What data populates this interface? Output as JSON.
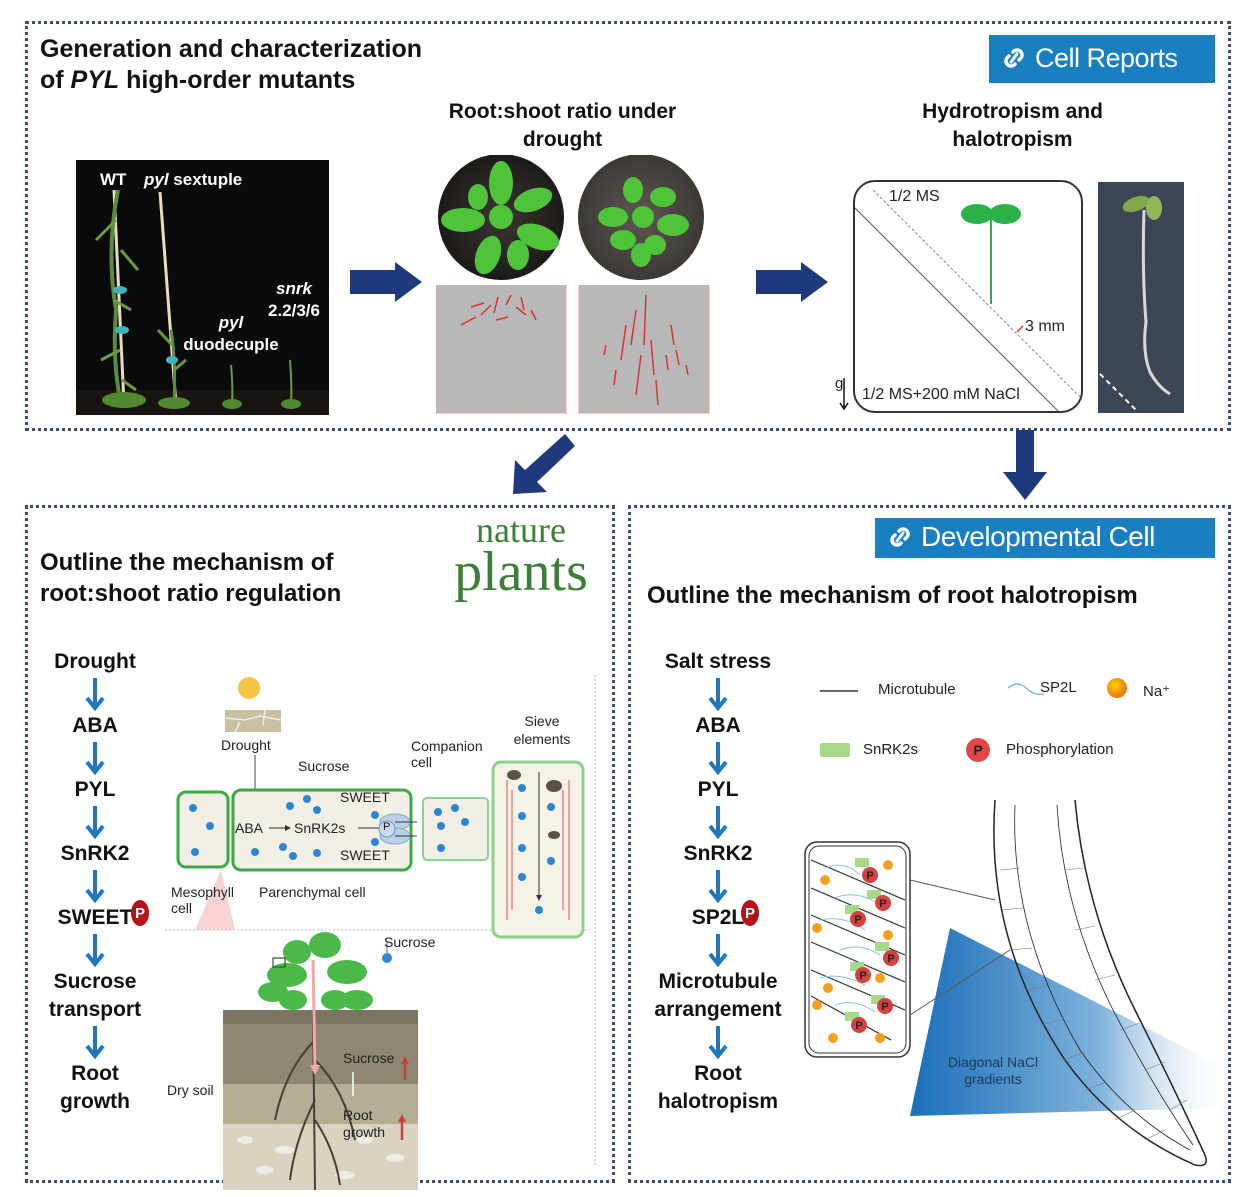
{
  "top_panel": {
    "title_line1": "Generation and characterization",
    "title_line2_prefix": "of ",
    "title_line2_italic": "PYL",
    "title_line2_suffix": " high-order mutants",
    "journal": "Cell Reports",
    "journal_icon": "link-icon",
    "photo_labels": {
      "wt": "WT",
      "sextuple_italic": "pyl",
      "sextuple": " sextuple",
      "duodecuple_italic": "pyl",
      "duodecuple": "duodecuple",
      "snrk_italic": "snrk",
      "snrk": "2.2/3/6"
    },
    "root_shoot_title": "Root:shoot ratio under drought",
    "hydro_title": "Hydrotropism and halotropism",
    "plate": {
      "top_medium": "1/2 MS",
      "gap": "3 mm",
      "bottom_medium": "1/2 MS+200 mM NaCl",
      "gravity": "g"
    }
  },
  "left_panel": {
    "title_line1": "Outline the mechanism of",
    "title_line2": "root:shoot ratio regulation",
    "journal_line1": "nature",
    "journal_line2": "plants",
    "pathway": [
      "Drought",
      "ABA",
      "PYL",
      "SnRK2",
      "SWEET",
      "Sucrose transport",
      "Root growth"
    ],
    "phospho_badge": "P",
    "cell_diagram": {
      "drought": "Drought",
      "sucrose": "Sucrose",
      "sweet_top": "SWEET",
      "sweet_bottom": "SWEET",
      "aba": "ABA",
      "snrk2s": "SnRK2s",
      "p": "P",
      "companion": "Companion cell",
      "sieve": "Sieve elements",
      "mesophyll": "Mesophyll cell",
      "parenchymal": "Parenchymal cell"
    },
    "plant_diagram": {
      "sucrose_label": "Sucrose",
      "dry_soil": "Dry soil",
      "sucrose_up": "Sucrose",
      "root_growth_line1": "Root",
      "root_growth_line2": "growth"
    }
  },
  "right_panel": {
    "journal": "Developmental Cell",
    "journal_icon": "link-icon",
    "title": "Outline the mechanism of root halotropism",
    "pathway": [
      "Salt stress",
      "ABA",
      "PYL",
      "SnRK2",
      "SP2L",
      "Microtubule arrangement",
      "Root halotropism"
    ],
    "phospho_badge": "P",
    "legend": {
      "microtubule": "Microtubule",
      "sp2l": "SP2L",
      "na": "Na⁺",
      "snrk2s": "SnRK2s",
      "phosphorylation": "Phosphorylation",
      "p": "P"
    },
    "gradient_line1": "Diagonal NaCl",
    "gradient_line2": "gradients"
  },
  "colors": {
    "border": "#3a4d6e",
    "arrow_navy": "#1f3a7a",
    "flow_arrow": "#1f77c0",
    "journal_blue": "#1a7fc1",
    "nature_green": "#3f7d3a",
    "phospho_red": "#b3141a"
  }
}
